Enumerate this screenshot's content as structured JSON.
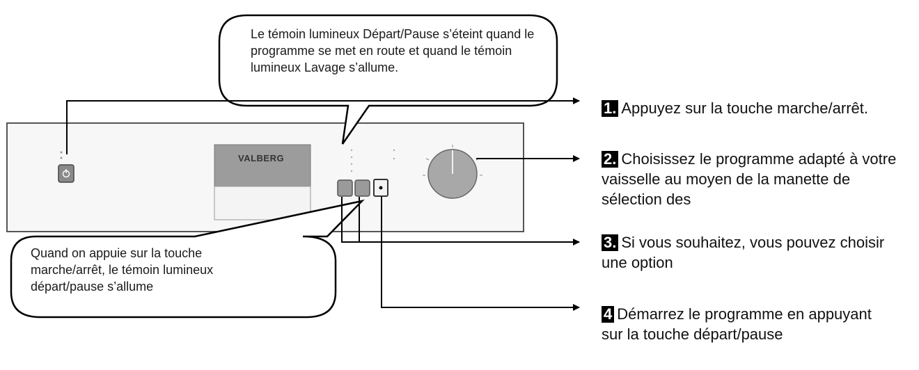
{
  "bubbles": {
    "top": "Le témoin lumineux Départ/Pause s’éteint quand le programme se met en route et quand le témoin lumineux Lavage s’allume.",
    "bottom": "Quand on appuie sur la touche marche/arrêt, le témoin lumineux départ/pause s’allume"
  },
  "panel": {
    "brand": "VALBERG"
  },
  "steps": [
    {
      "num": "1.",
      "text": "Appuyez sur la touche marche/arrêt."
    },
    {
      "num": "2.",
      "text": "Choisissez le programme adapté à votre vaisselle au moyen de la manette de sélection des"
    },
    {
      "num": "3.",
      "text": "Si vous souhaitez, vous pouvez choisir une option"
    },
    {
      "num": "4",
      "text": "Démarrez  le programme en appuyant sur la touche départ/pause"
    }
  ],
  "colors": {
    "line": "#000000",
    "panel_border": "#555555",
    "panel_fill": "#f7f7f7",
    "button_fill": "#9a9a9a",
    "dial_fill": "#a8a8a8"
  },
  "icons": {
    "power_button": "power-icon"
  }
}
